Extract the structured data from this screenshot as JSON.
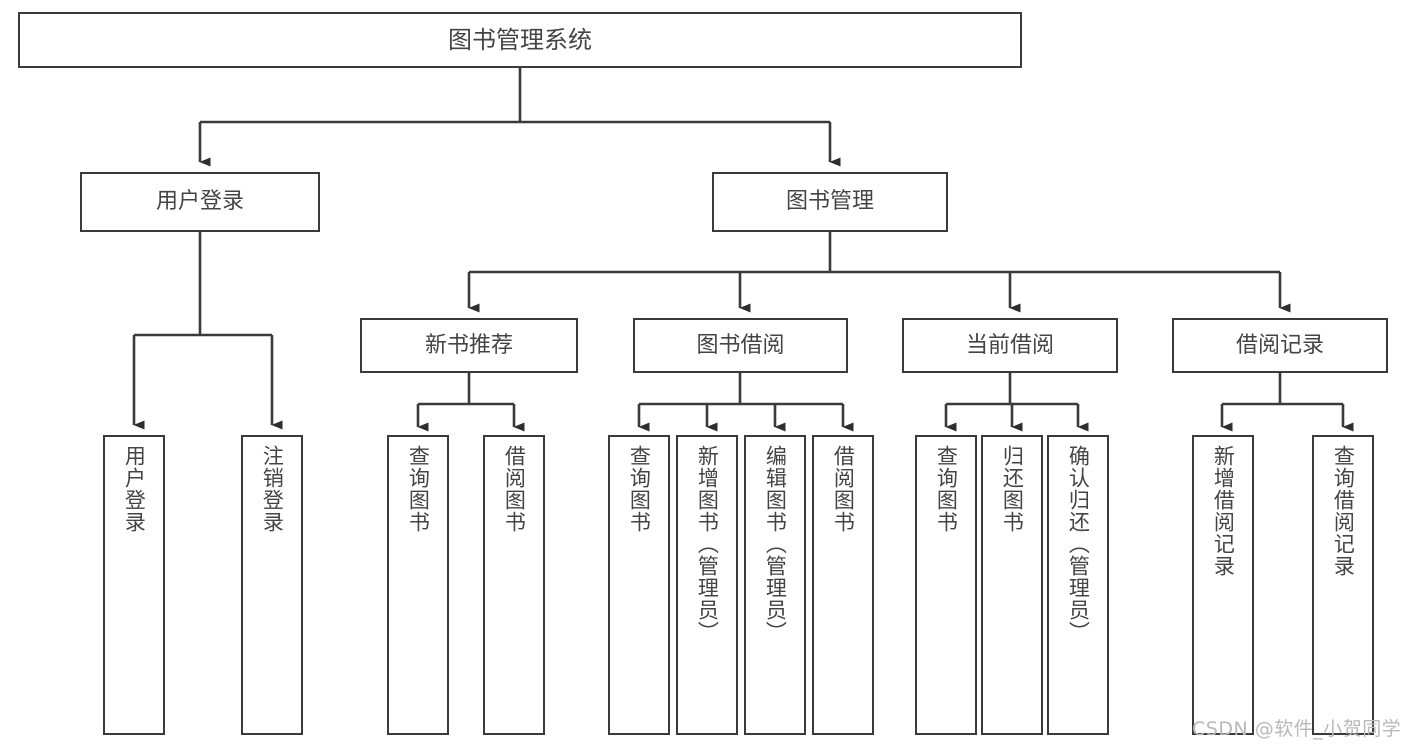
{
  "diagram": {
    "title": "图书管理系统",
    "type": "hierarchy-tree",
    "root": {
      "label": "图书管理系统"
    },
    "level2": [
      {
        "label": "用户登录"
      },
      {
        "label": "图书管理"
      }
    ],
    "level3": [
      {
        "label": "新书推荐"
      },
      {
        "label": "图书借阅"
      },
      {
        "label": "当前借阅"
      },
      {
        "label": "借阅记录"
      }
    ],
    "leaves": {
      "user_login": [
        {
          "label": "用户登录"
        },
        {
          "label": "注销登录"
        }
      ],
      "new_book_recommend": [
        {
          "label": "查询图书"
        },
        {
          "label": "借阅图书"
        }
      ],
      "book_borrow": [
        {
          "label": "查询图书"
        },
        {
          "label": "新增图书（管理员）"
        },
        {
          "label": "编辑图书（管理员）"
        },
        {
          "label": "借阅图书"
        }
      ],
      "current_borrow": [
        {
          "label": "查询图书"
        },
        {
          "label": "归还图书"
        },
        {
          "label": "确认归还（管理员）"
        }
      ],
      "borrow_records": [
        {
          "label": "新增借阅记录"
        },
        {
          "label": "查询借阅记录"
        }
      ]
    }
  },
  "watermark": {
    "text": "CSDN @软件_小贺同学"
  },
  "colors": {
    "box_border": "#3a3a3a",
    "box_fill": "#ffffff",
    "text": "#444444",
    "connector": "#3a3a3a",
    "watermark": "#b9b9b9",
    "background": "#ffffff"
  }
}
